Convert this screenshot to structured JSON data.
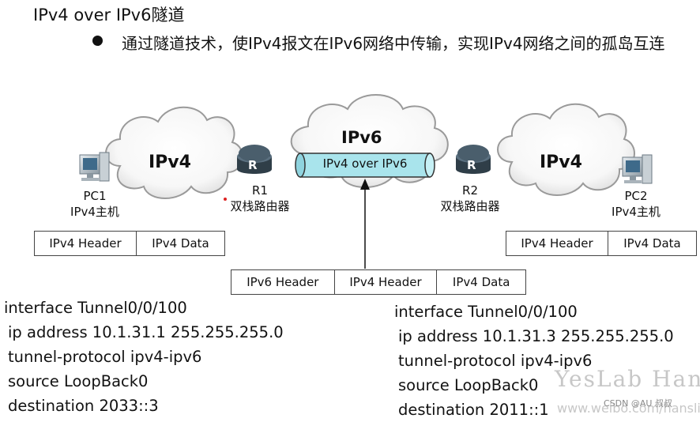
{
  "title": "IPv4 over IPv6隧道",
  "bullet": "通过隧道技术，使IPv4报文在IPv6网络中传输，实现IPv4网络之间的孤岛互连",
  "diagram": {
    "cloud_left": "IPv4",
    "cloud_center": "IPv6",
    "cloud_right": "IPv4",
    "tunnel_label": "IPv4 over IPv6",
    "pc1": {
      "name": "PC1",
      "role": "IPv4主机"
    },
    "pc2": {
      "name": "PC2",
      "role": "IPv4主机"
    },
    "r1": {
      "name": "R1",
      "role": "双栈路由器",
      "icon_letter": "R"
    },
    "r2": {
      "name": "R2",
      "role": "双栈路由器",
      "icon_letter": "R"
    }
  },
  "packet_left": [
    "IPv4 Header",
    "IPv4 Data"
  ],
  "packet_right": [
    "IPv4 Header",
    "IPv4 Data"
  ],
  "packet_center": [
    "IPv6 Header",
    "IPv4 Header",
    "IPv4 Data"
  ],
  "config_left": [
    "interface Tunnel0/0/100",
    " ip address 10.1.31.1 255.255.255.0",
    " tunnel-protocol ipv4-ipv6",
    " source LoopBack0",
    " destination 2033::3"
  ],
  "config_right": [
    "interface Tunnel0/0/100",
    " ip address 10.1.31.3 255.255.255.0",
    " tunnel-protocol ipv4-ipv6",
    " source LoopBack0",
    " destination 2011::1"
  ],
  "watermark": {
    "line1": "YesLab Han",
    "line2": "www.weibo.com/hansli",
    "csdn": "CSDN @AU 叔叔"
  },
  "colors": {
    "tunnel_fill": "#a9e4ec",
    "cloud_stroke": "#9a9a9a",
    "router_body": "#3d4f5c"
  }
}
